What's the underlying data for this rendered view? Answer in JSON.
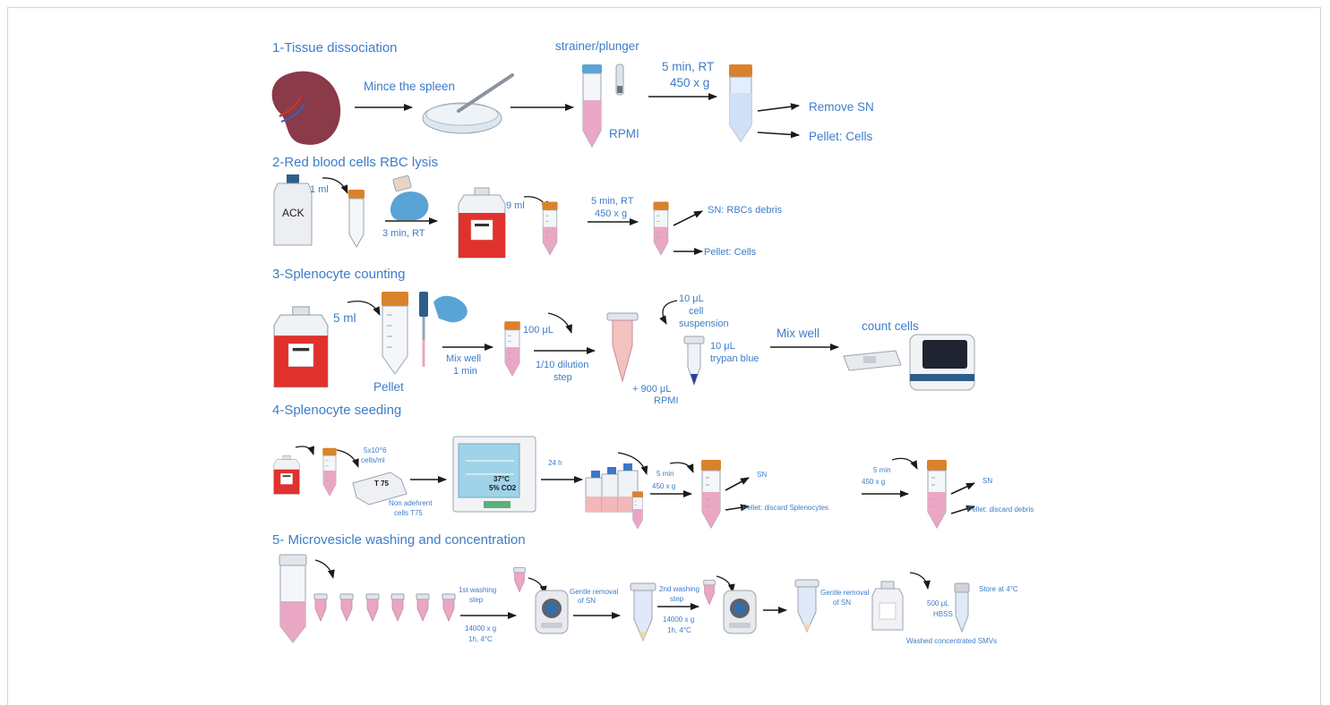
{
  "steps": {
    "s1": {
      "title": "1-Tissue dissociation",
      "mince": "Mince the  spleen",
      "strainer": "strainer/plunger",
      "rpmi": "RPMI",
      "spin_time": "5 min, RT",
      "spin_g": "450 x g",
      "remove_sn": "Remove SN",
      "pellet": "Pellet: Cells"
    },
    "s2": {
      "title": "2-Red blood cells RBC lysis",
      "ack": "ACK",
      "vol1": "1 ml",
      "incubate": "3 min, RT",
      "vol2": "9 ml",
      "spin_time": "5 min, RT",
      "spin_g": "450 x g",
      "sn": "SN: RBCs debris",
      "pellet": "Pellet: Cells"
    },
    "s3": {
      "title": "3-Splenocyte counting",
      "vol": "5 ml",
      "pellet": "Pellet",
      "mix1_a": "Mix well",
      "mix1_b": "1 min",
      "vol100": "100  μL",
      "dil_a": "1/10 dilution",
      "dil_b": "step",
      "cs_a": "10  μL",
      "cs_b": "cell",
      "cs_c": "suspension",
      "rpmi_a": "+ 900  μL",
      "rpmi_b": "RPMI",
      "tb_a": "10  μL",
      "tb_b": "trypan blue",
      "mix2": "Mix well",
      "count": "count cells"
    },
    "s4": {
      "title": "4-Splenocyte  seeding",
      "conc_a": "5x10^6",
      "conc_b": "cells/ml",
      "flask": "T 75",
      "na_a": "Non adehrent",
      "na_b": "cells T75",
      "temp": "37°C",
      "co2": "5% CO2",
      "time": "24 h",
      "spin1_t": "5 min",
      "spin1_g": "450 x g",
      "sn1": "SN",
      "pellet1": "Pellet: discard Splenocytes",
      "spin2_t": "5 min",
      "spin2_g": "450 x g",
      "sn2": "SN",
      "pellet2": "Pellet: discard debris"
    },
    "s5": {
      "title": "5- Microvesicle washing and concentration",
      "w1_a": "1st washing",
      "w1_b": "step",
      "w1_g": "14000 x g",
      "w1_c": "1h, 4°C",
      "gentle1_a": "Gentle removal",
      "gentle1_b": "of SN",
      "w2_a": "2nd washing",
      "w2_b": "step",
      "w2_g": "14000 x g",
      "w2_c": "1h, 4°C",
      "gentle2_a": "Gentle removal",
      "gentle2_b": "of SN",
      "hbss_a": "500 μL",
      "hbss_b": "HBSS",
      "store": "Store at 4°C",
      "final": "Washed concentrated SMVs"
    }
  },
  "colors": {
    "text": "#3d7cc9",
    "cap": "#d9822b",
    "pink": "#e9a7c4",
    "red": "#e0312d",
    "arrow": "#1a1a1a"
  }
}
